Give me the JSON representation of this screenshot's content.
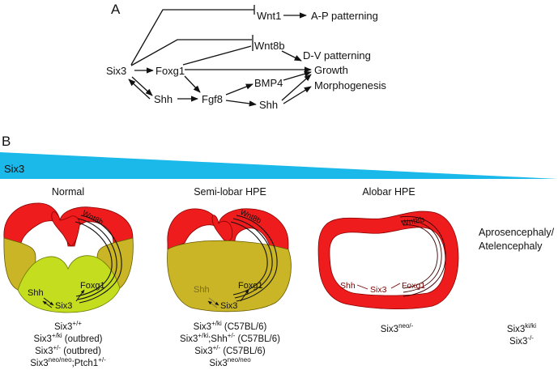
{
  "panel_a": {
    "label": "A",
    "nodes": {
      "six3": "Six3",
      "foxg1": "Foxg1",
      "shh": "Shh",
      "fgf8": "Fgf8",
      "bmp4": "BMP4",
      "shh2": "Shh",
      "wnt1": "Wnt1",
      "wnt8b": "Wnt8b"
    },
    "outcomes": {
      "ap": "A-P patterning",
      "dv": "D-V patterning",
      "growth": "Growth",
      "morph": "Morphogenesis"
    }
  },
  "panel_b": {
    "label": "B",
    "gradient_label": "Six3",
    "gradient_color": "#1bb8ea",
    "columns": [
      {
        "title": "Normal",
        "brain_labels": {
          "wnt8b": "Wnt8b",
          "shh": "Shh",
          "six3": "Six3",
          "foxg1": "Foxg1"
        },
        "genotypes": [
          {
            "base": "Six3",
            "sup": "+/+",
            "suffix": ""
          },
          {
            "base": "Six3",
            "sup": "+/ki",
            "suffix": " (outbred)"
          },
          {
            "base": "Six3",
            "sup": "+/-",
            "suffix": " (outbred)"
          },
          {
            "base": "Six3",
            "sup": "neo/neo",
            "suffix": ";Ptch1",
            "sup2": "+/-"
          }
        ]
      },
      {
        "title": "Semi-lobar HPE",
        "brain_labels": {
          "wnt8b": "Wnt8b",
          "shh": "Shh",
          "six3": "Six3",
          "foxg1": "Foxg1"
        },
        "genotypes": [
          {
            "base": "Six3",
            "sup": "+/ki",
            "suffix": " (C57BL/6)"
          },
          {
            "base": "Six3",
            "sup": "+/ki",
            "suffix": ";Shh",
            "sup2": "+/-",
            "suffix2": " (C57BL/6)"
          },
          {
            "base": "Six3",
            "sup": "+/-",
            "suffix": " (C57BL/6)"
          },
          {
            "base": "Six3",
            "sup": "neo/neo",
            "suffix": ""
          }
        ]
      },
      {
        "title": "Alobar HPE",
        "brain_labels": {
          "wnt8b": "Wnt8b",
          "shh": "Shh",
          "six3": "Six3",
          "foxg1": "Foxg1"
        },
        "genotypes": [
          {
            "base": "Six3",
            "sup": "neo/-",
            "suffix": ""
          }
        ]
      },
      {
        "title_lines": [
          "Aprosencephaly/",
          "Atelencephaly"
        ],
        "genotypes": [
          {
            "base": "Six3",
            "sup": "ki/ki",
            "suffix": ""
          },
          {
            "base": "Six3",
            "sup": "-/-",
            "suffix": ""
          }
        ]
      }
    ],
    "colors": {
      "red": "#ee1c1c",
      "lime": "#c4dd1e",
      "olive": "#c9b526",
      "edge": "#7a0000"
    }
  }
}
